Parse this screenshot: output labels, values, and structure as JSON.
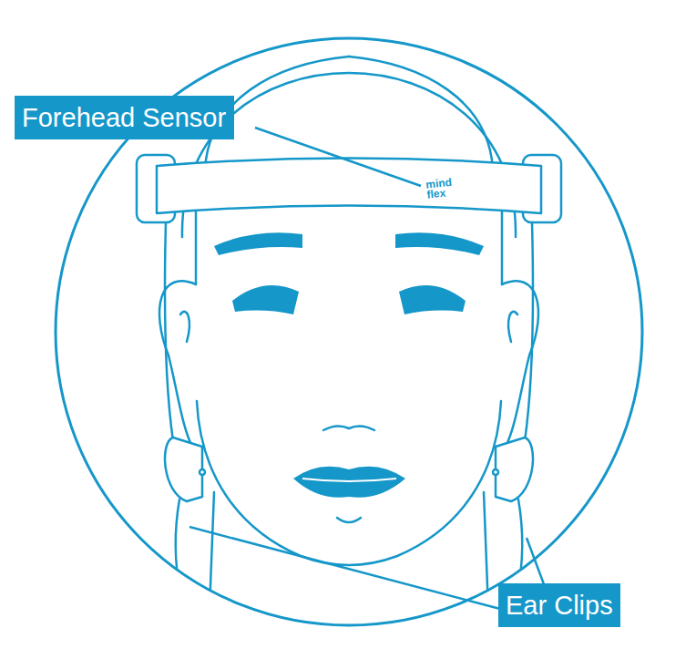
{
  "diagram": {
    "nodes": [
      {
        "text": [
          "Forehead Sensor"
        ]
      },
      {
        "text": [
          "Ear Clips"
        ]
      }
    ],
    "labels": [
      "mind flex"
    ]
  }
}
